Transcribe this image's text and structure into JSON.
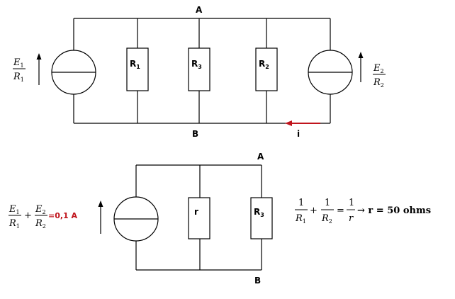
{
  "top_circuit": {
    "node_a": "A",
    "node_b": "B",
    "current": "i",
    "left_source": {
      "num": "E",
      "num_sub": "1",
      "den": "R",
      "den_sub": "1"
    },
    "right_source": {
      "num": "E",
      "num_sub": "2",
      "den": "R",
      "den_sub": "2"
    },
    "resistors": [
      {
        "name": "R",
        "sub": "1"
      },
      {
        "name": "R",
        "sub": "3"
      },
      {
        "name": "R",
        "sub": "2"
      }
    ]
  },
  "bottom_circuit": {
    "node_a": "A",
    "node_b": "B",
    "resistors": [
      {
        "name": "r",
        "sub": ""
      },
      {
        "name": "R",
        "sub": "3"
      }
    ],
    "source_formula": {
      "t1_num": "E",
      "t1_num_sub": "1",
      "t1_den": "R",
      "t1_den_sub": "1",
      "plus": "+",
      "t2_num": "E",
      "t2_num_sub": "2",
      "t2_den": "R",
      "t2_den_sub": "2",
      "result": "=0,1 A"
    },
    "equivalent_formula": {
      "one": "1",
      "d1": "R",
      "d1_sub": "1",
      "plus": "+",
      "d2": "R",
      "d2_sub": "2",
      "eq": "=",
      "d3": "r",
      "result": "→ r = 50 ohms"
    }
  },
  "colors": {
    "wire": "#000000",
    "accent": "#c0141c"
  }
}
